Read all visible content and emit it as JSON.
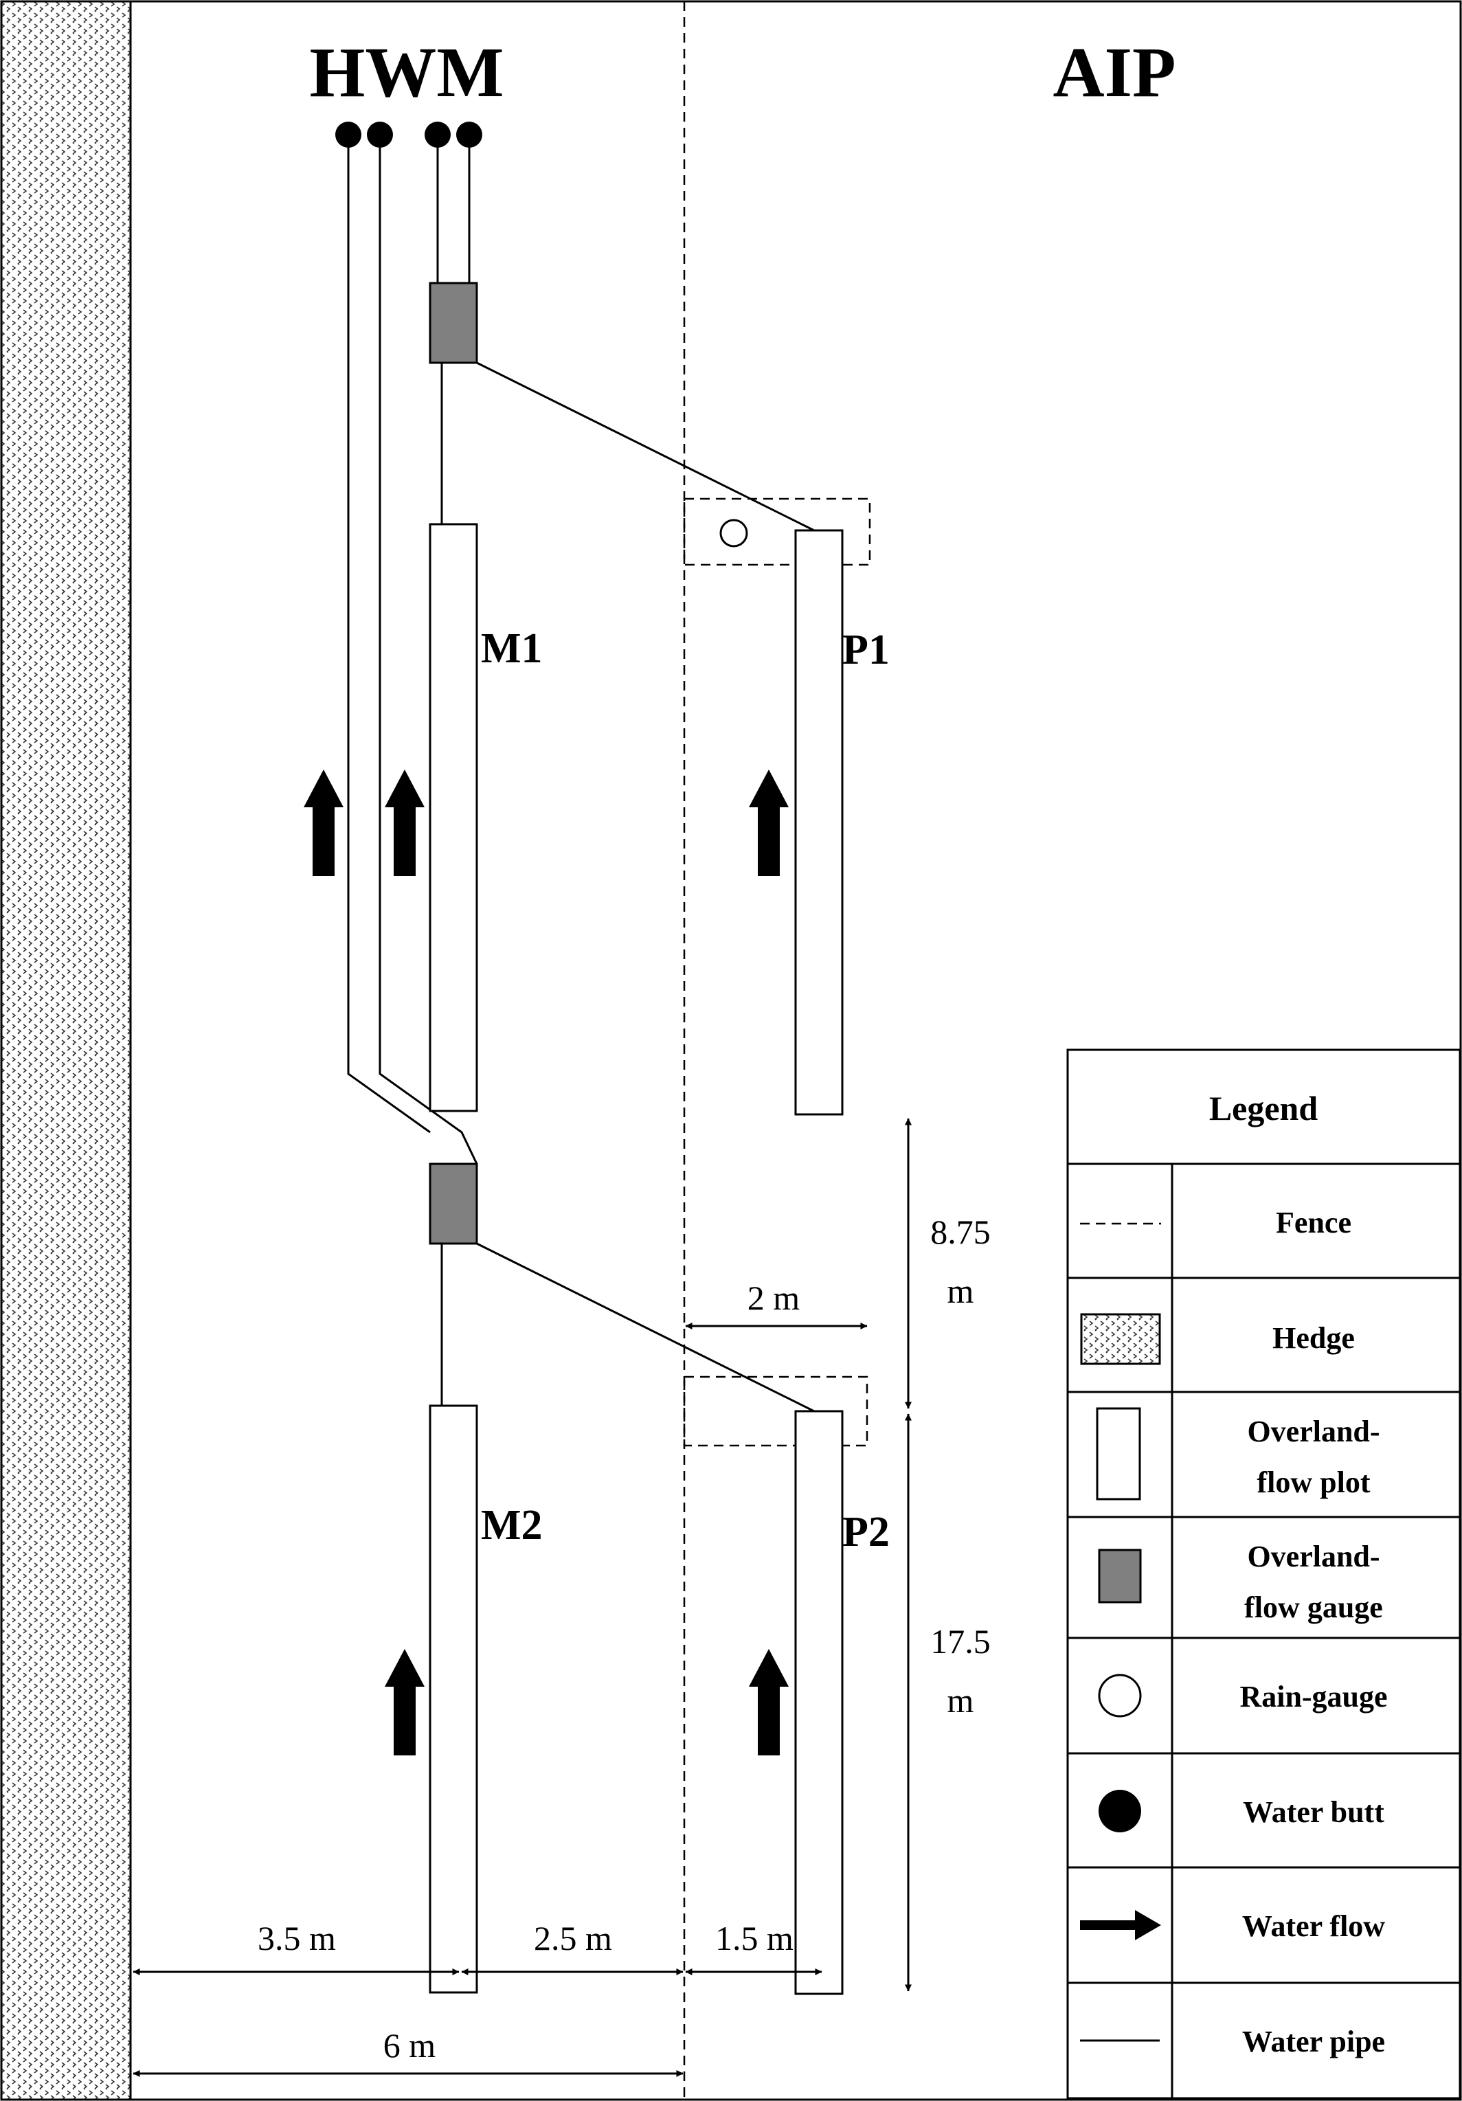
{
  "headers": {
    "left": "HWM",
    "right": "AIP"
  },
  "plots": {
    "m1": "M1",
    "m2": "M2",
    "p1": "P1",
    "p2": "P2"
  },
  "dimensions": {
    "hedge_to_m": "3.5 m",
    "m_to_fence": "2.5 m",
    "fence_to_p": "1.5 m",
    "hedge_to_fence": "6 m",
    "fence_to_rain_box": "2 m",
    "gap_line1": "8.75",
    "gap_line2": "m",
    "plot_len_line1": "17.5",
    "plot_len_line2": "m"
  },
  "legend": {
    "title": "Legend",
    "items": [
      {
        "symbol": "fence",
        "label_lines": [
          "Fence"
        ]
      },
      {
        "symbol": "hedge",
        "label_lines": [
          "Hedge"
        ]
      },
      {
        "symbol": "plot",
        "label_lines": [
          "Overland-",
          "flow plot"
        ]
      },
      {
        "symbol": "gauge",
        "label_lines": [
          "Overland-",
          "flow  gauge"
        ]
      },
      {
        "symbol": "rain-gauge",
        "label_lines": [
          "Rain-gauge"
        ]
      },
      {
        "symbol": "water-butt",
        "label_lines": [
          "Water butt"
        ]
      },
      {
        "symbol": "water-flow",
        "label_lines": [
          "Water flow"
        ]
      },
      {
        "symbol": "water-pipe",
        "label_lines": [
          "Water pipe"
        ]
      }
    ]
  },
  "colors": {
    "gauge_fill": "#808080",
    "ink": "#000000",
    "background": "#ffffff"
  }
}
